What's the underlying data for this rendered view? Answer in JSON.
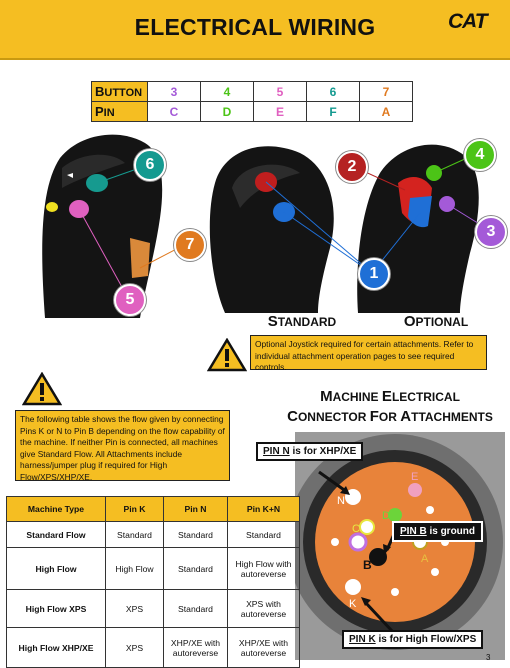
{
  "header": {
    "title": "ELECTRICAL WIRING",
    "logo": "CAT"
  },
  "button_pin_table": {
    "button_label": "Button",
    "pin_label": "Pin",
    "columns": [
      {
        "button": "3",
        "pin": "C",
        "color": "#a45ad8"
      },
      {
        "button": "4",
        "pin": "D",
        "color": "#4cc417"
      },
      {
        "button": "5",
        "pin": "E",
        "color": "#e060c0"
      },
      {
        "button": "6",
        "pin": "F",
        "color": "#149a90"
      },
      {
        "button": "7",
        "pin": "A",
        "color": "#e07a20"
      }
    ]
  },
  "callouts": {
    "c1": "1",
    "c2": "2",
    "c3": "3",
    "c4": "4",
    "c5": "5",
    "c6": "6",
    "c7": "7"
  },
  "captions": {
    "standard": "Standard",
    "optional": "Optional"
  },
  "optional_note": "Optional Joystick required for certain attachments. Refer to individual attachment operation pages to see required controls.",
  "flow_note": "The following table shows the flow given by connecting Pins K or N to Pin B depending on the flow capability of the machine. If neither Pin is connected, all machines give Standard Flow. All Attachments include harness/jumper plug if required for High Flow/XPS/XHP/XE.",
  "connector": {
    "title_line1": "Machine Electrical",
    "title_line2": "Connector for Attachments",
    "pin_n_label_pin": "PIN N",
    "pin_n_label_rest": " is for XHP/XE",
    "pin_b_label_pin": "PIN B",
    "pin_b_label_rest": " is ground",
    "pin_k_label_pin": "PIN K",
    "pin_k_label_rest": " is for High Flow/XPS",
    "pins": {
      "n": "N",
      "e": "E",
      "d": "D",
      "c": "C",
      "a": "A",
      "b": "B",
      "k": "K"
    }
  },
  "flow_table": {
    "headers": [
      "Machine Type",
      "Pin K",
      "Pin N",
      "Pin K+N"
    ],
    "rows": [
      [
        "Standard Flow",
        "Standard",
        "Standard",
        "Standard"
      ],
      [
        "High Flow",
        "High Flow",
        "Standard",
        "High Flow with autoreverse"
      ],
      [
        "High Flow XPS",
        "XPS",
        "Standard",
        "XPS with autoreverse"
      ],
      [
        "High Flow XHP/XE",
        "XPS",
        "XHP/XE with autoreverse",
        "XHP/XE with autoreverse"
      ]
    ]
  },
  "page_number": "3",
  "colors": {
    "brand_yellow": "#f5be22",
    "connector_orange": "#e8833a",
    "callout_red": "#b52222",
    "callout_blue": "#1f6fd6"
  }
}
